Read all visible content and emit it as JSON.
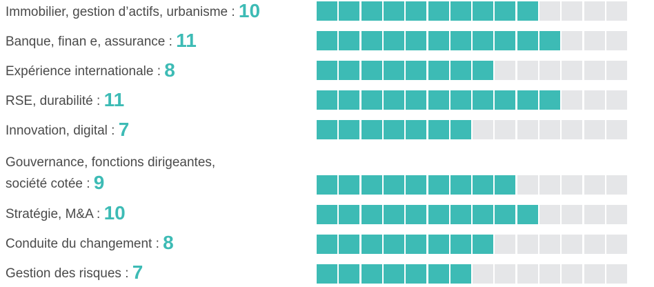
{
  "chart_data": {
    "type": "bar",
    "categories": [
      "Immobilier, gestion d’actifs, urbanisme :",
      "Banque, finan  e, assurance :",
      "Expérience internationale :",
      "RSE, durabilité :",
      "Innovation, digital :",
      "Gouvernance, fonctions dirigeantes,\nsociété cotée :",
      "Stratégie, M&A :",
      "Conduite du changement :",
      "Gestion des risques :"
    ],
    "values": [
      10,
      11,
      8,
      11,
      7,
      9,
      10,
      8,
      7
    ],
    "value_labels": [
      "10",
      "11",
      "8",
      "11",
      "7",
      "9",
      "10",
      "8",
      "7"
    ],
    "max": 14,
    "title": "",
    "xlabel": "",
    "ylabel": "",
    "colors": {
      "filled": "#3dbbb5",
      "empty": "#e5e6e8",
      "label": "#4a4a4a",
      "value": "#3dbbb5"
    },
    "grid": false
  }
}
